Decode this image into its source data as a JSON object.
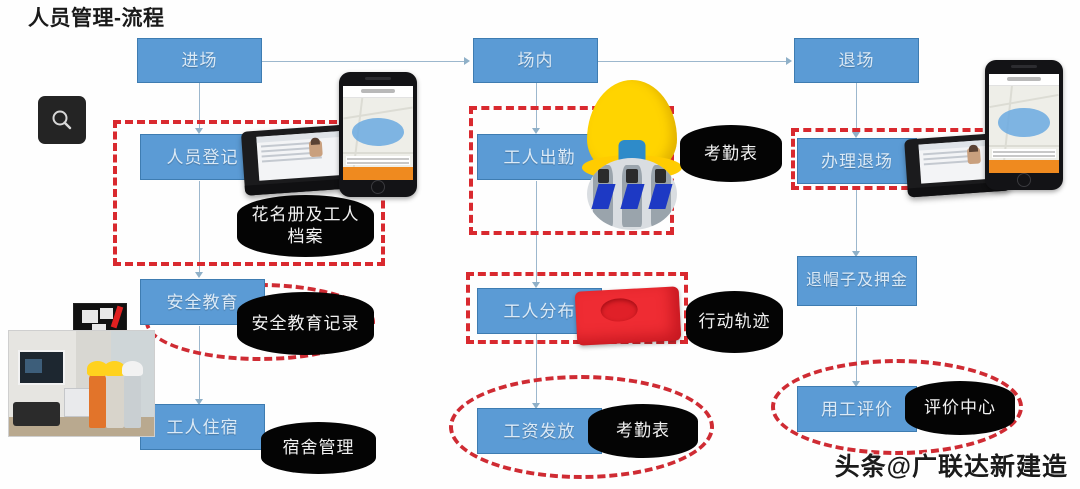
{
  "title": "人员管理-流程",
  "watermark": "头条@广联达新建造",
  "search_button": {
    "icon": "search-icon",
    "label": ""
  },
  "colors": {
    "box_fill": "#5B9BD5",
    "box_text": "#dbeaf7",
    "pill_fill": "#040404",
    "pill_text": "#f2f2f2",
    "highlight_dash": "#d9292f",
    "connector": "#9cb7cd"
  },
  "columns": [
    {
      "name": "entry",
      "header": "进场",
      "steps": [
        {
          "label": "人员登记",
          "output": "花名册及工人档案"
        },
        {
          "label": "安全教育",
          "output": "安全教育记录"
        },
        {
          "label": "工人住宿",
          "output": "宿舍管理"
        }
      ]
    },
    {
      "name": "onsite",
      "header": "场内",
      "steps": [
        {
          "label": "工人出勤",
          "output": "考勤表"
        },
        {
          "label": "工人分布",
          "output": "行动轨迹"
        },
        {
          "label": "工资发放",
          "output": "考勤表"
        }
      ]
    },
    {
      "name": "exit",
      "header": "退场",
      "steps": [
        {
          "label": "办理退场",
          "output": ""
        },
        {
          "label": "退帽子及押金",
          "output": ""
        },
        {
          "label": "用工评价",
          "output": "评价中心"
        }
      ]
    }
  ],
  "devices": [
    {
      "name": "tablet-id-registration",
      "caption": ""
    },
    {
      "name": "phone-map-geofence-left",
      "caption": ""
    },
    {
      "name": "smart-helmet",
      "caption": ""
    },
    {
      "name": "turnstile-gates",
      "caption": ""
    },
    {
      "name": "red-beacon-device",
      "caption": ""
    },
    {
      "name": "tablet-exit-processing",
      "caption": ""
    },
    {
      "name": "phone-map-geofence-right",
      "caption": ""
    },
    {
      "name": "safety-education-classroom-photo",
      "caption": ""
    }
  ]
}
